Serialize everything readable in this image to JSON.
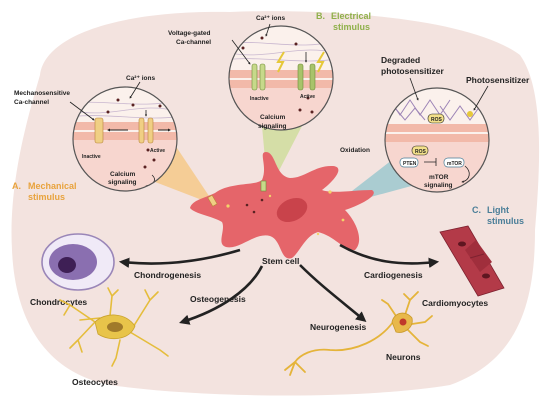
{
  "stimuli": {
    "mechanical": {
      "letter": "A.",
      "line1": "Mechanical",
      "line2": "stimulus",
      "channel_line1": "Mechanosensitive",
      "channel_line2": "Ca-channel",
      "ions": "Ca²⁺ ions",
      "inactive": "Inactive",
      "active": "Active",
      "signal_line1": "Calcium",
      "signal_line2": "signaling"
    },
    "electrical": {
      "letter": "B.",
      "line1": "Electrical",
      "line2": "stimulus",
      "channel_line1": "Voltage-gated",
      "channel_line2": "Ca-channel",
      "ions": "Ca²⁺ ions",
      "inactive": "Inactive",
      "active": "Active",
      "signal_line1": "Calcium",
      "signal_line2": "signaling"
    },
    "light": {
      "letter": "C.",
      "line1": "Light",
      "line2": "stimulus",
      "degraded_line1": "Degraded",
      "degraded_line2": "photosensitizer",
      "photosensitizer": "Photosensitizer",
      "oxidation": "Oxidation",
      "ros_top": "ROS",
      "ros": "ROS",
      "pten": "PTEN",
      "mtor": "mTOR",
      "signal_line1": "mTOR",
      "signal_line2": "signaling"
    }
  },
  "center": {
    "label": "Stem cell"
  },
  "pathways": {
    "chondrogenesis": "Chondrogenesis",
    "osteogenesis": "Osteogenesis",
    "neurogenesis": "Neurogenesis",
    "cardiogenesis": "Cardiogenesis"
  },
  "cells": {
    "chondrocytes": "Chondrocytes",
    "osteocytes": "Osteocytes",
    "neurons": "Neurons",
    "cardiomyocytes": "Cardiomyocytes"
  },
  "colors": {
    "background": "#f3e3df",
    "stem_cell": "#e5656a",
    "nucleus": "#c9434b",
    "mechanical": "#e8a33d",
    "electrical": "#8fb04a",
    "light": "#4a7e98",
    "channel": "#f0cf84",
    "channel_active": "#a8c36a",
    "membrane": "#f2b9a9",
    "chondrocyte": "#7b5f9f",
    "osteocyte": "#e5bd3c",
    "neuron": "#e5b43a",
    "cardiomyocyte": "#b33a48"
  }
}
